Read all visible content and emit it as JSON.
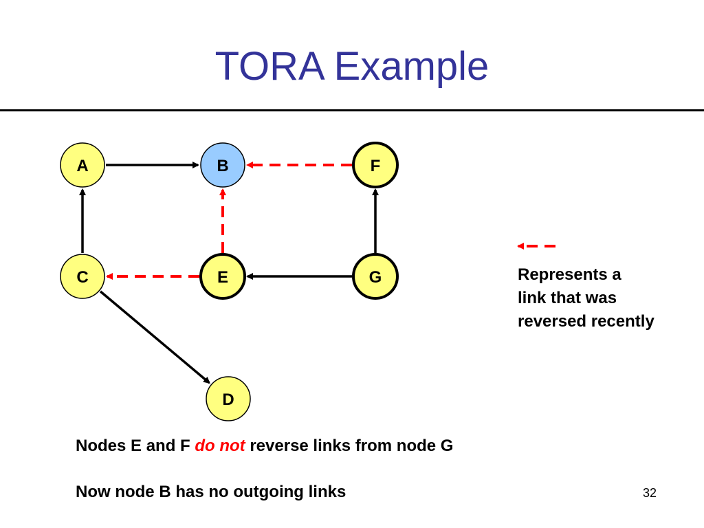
{
  "slide": {
    "title": "TORA Example",
    "number": "32"
  },
  "colors": {
    "title": "#333399",
    "node_fill": "#ffff80",
    "node_b_fill": "#99ccff",
    "edge": "#000000",
    "reversed_edge": "#ff0000",
    "emphasis": "#ff0000"
  },
  "graph": {
    "nodes": [
      {
        "id": "A",
        "label": "A",
        "fill": "#ffff80",
        "bold_border": false
      },
      {
        "id": "B",
        "label": "B",
        "fill": "#99ccff",
        "bold_border": false
      },
      {
        "id": "F",
        "label": "F",
        "fill": "#ffff80",
        "bold_border": true
      },
      {
        "id": "C",
        "label": "C",
        "fill": "#ffff80",
        "bold_border": false
      },
      {
        "id": "E",
        "label": "E",
        "fill": "#ffff80",
        "bold_border": true
      },
      {
        "id": "G",
        "label": "G",
        "fill": "#ffff80",
        "bold_border": true
      },
      {
        "id": "D",
        "label": "D",
        "fill": "#ffff80",
        "bold_border": false
      }
    ],
    "edges": [
      {
        "from": "A",
        "to": "B",
        "style": "solid"
      },
      {
        "from": "F",
        "to": "B",
        "style": "dashed-red"
      },
      {
        "from": "C",
        "to": "A",
        "style": "solid"
      },
      {
        "from": "E",
        "to": "B",
        "style": "dashed-red"
      },
      {
        "from": "G",
        "to": "F",
        "style": "solid"
      },
      {
        "from": "E",
        "to": "C",
        "style": "dashed-red"
      },
      {
        "from": "G",
        "to": "E",
        "style": "solid"
      },
      {
        "from": "C",
        "to": "D",
        "style": "solid"
      }
    ]
  },
  "legend": {
    "line1": "Represents a",
    "line2": "link that was",
    "line3": "reversed recently"
  },
  "notes": {
    "note1_prefix": "Nodes E and F ",
    "note1_emphasis": "do not",
    "note1_suffix": " reverse links from node G",
    "note2": "Now node B has no outgoing links"
  }
}
